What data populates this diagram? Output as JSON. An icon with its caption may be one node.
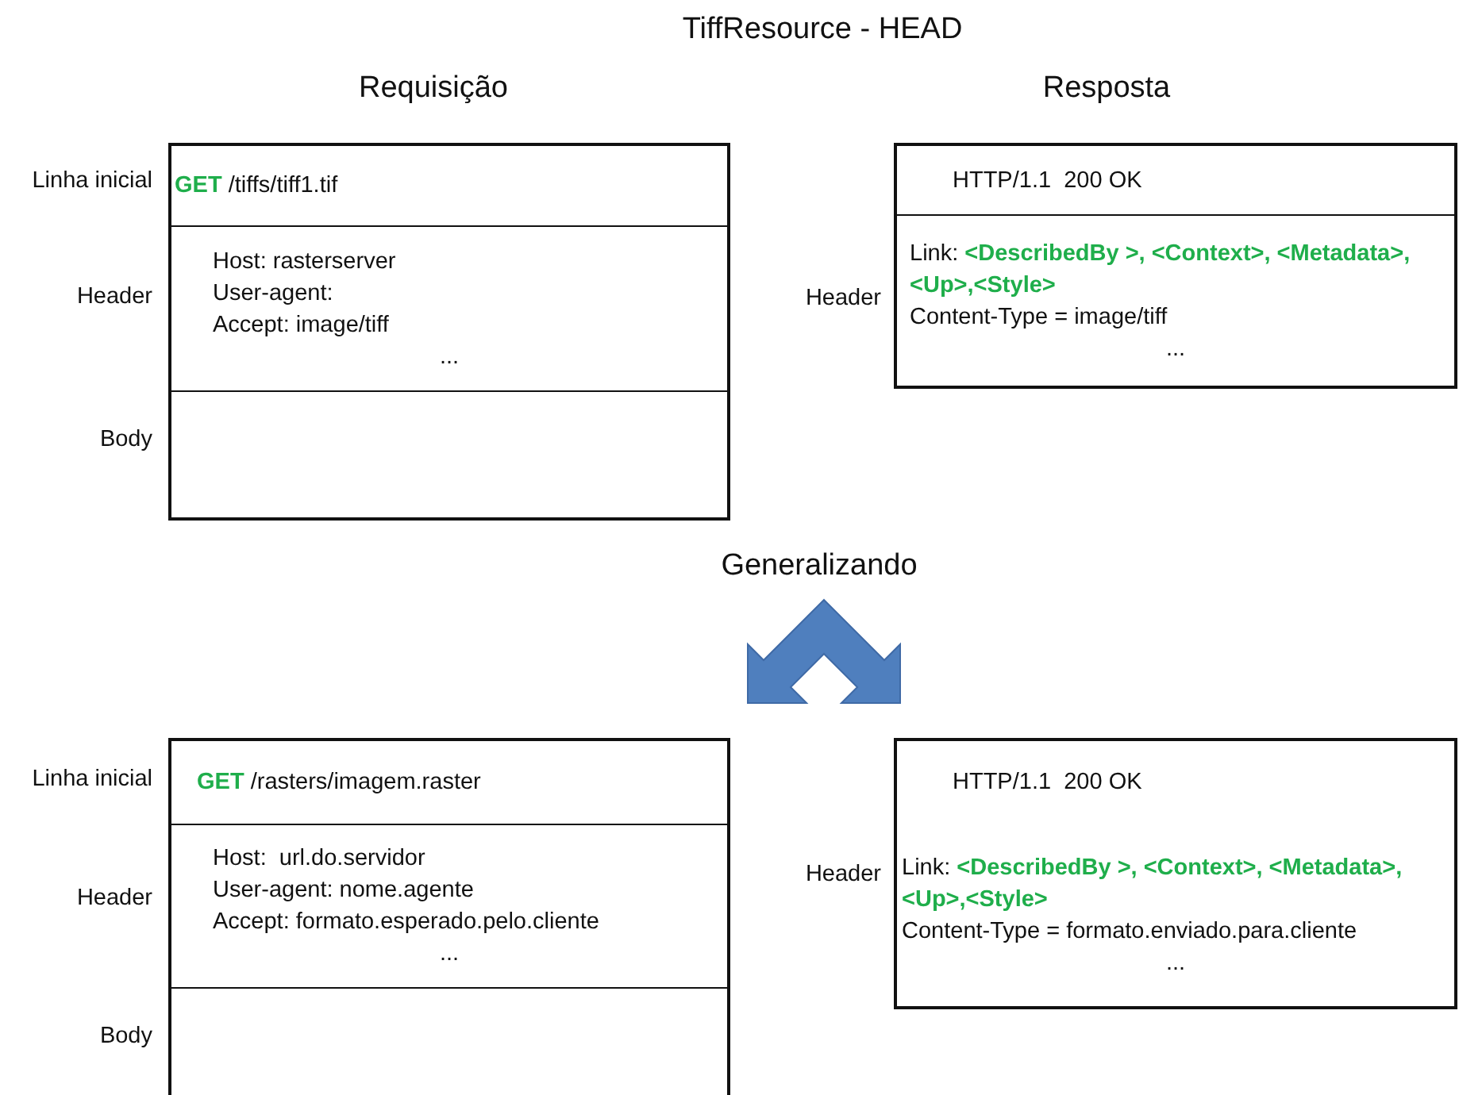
{
  "diagram": {
    "title": "TiffResource - HEAD",
    "nodes": [
      {
        "text": [],
        "shape": "box"
      },
      {
        "text": [
          "**GET** /tiffs/tiff1.tif"
        ],
        "in": 0,
        "beside": [
          "Linha inicial"
        ]
      },
      {
        "text": [
          "Host: rasterserver",
          "User-agent:",
          "Accept: image/tiff",
          "..."
        ],
        "in": 0,
        "beside": [
          "Header"
        ]
      },
      {
        "text": [],
        "shape": "box",
        "in": 0,
        "beside": [
          "Body"
        ]
      },
      {
        "text": [],
        "shape": "box"
      },
      {
        "text": [
          "HTTP/1.1  200 OK"
        ],
        "in": 4
      },
      {
        "text": [
          "Link: **<DescribedBy >, <Context>, <Metadata>, <Up>,<Style>**",
          "Content-Type = image/tiff",
          "..."
        ],
        "in": 4,
        "beside": [
          "Header"
        ]
      },
      {
        "text": [],
        "shape": "box"
      },
      {
        "text": [
          "**GET** /rasters/imagem.raster"
        ],
        "in": 7,
        "beside": [
          "Linha inicial"
        ]
      },
      {
        "text": [
          "Host:  url.do.servidor",
          "User-agent: nome.agente",
          "Accept: formato.esperado.pelo.cliente",
          "..."
        ],
        "in": 7,
        "beside": [
          "Header"
        ]
      },
      {
        "text": [],
        "shape": "box",
        "in": 7,
        "beside": [
          "Body"
        ]
      },
      {
        "text": [],
        "shape": "box"
      },
      {
        "text": [
          "HTTP/1.1  200 OK"
        ],
        "in": 11
      },
      {
        "text": [
          "Link: **<DescribedBy >, <Context>, <Metadata>, <Up>,<Style>**",
          "Content-Type = formato.enviado.para.cliente",
          "..."
        ],
        "in": 11,
        "beside": [
          "Header"
        ]
      }
    ],
    "labels": [
      "Requisição",
      "Resposta",
      "Generalizando"
    ]
  }
}
